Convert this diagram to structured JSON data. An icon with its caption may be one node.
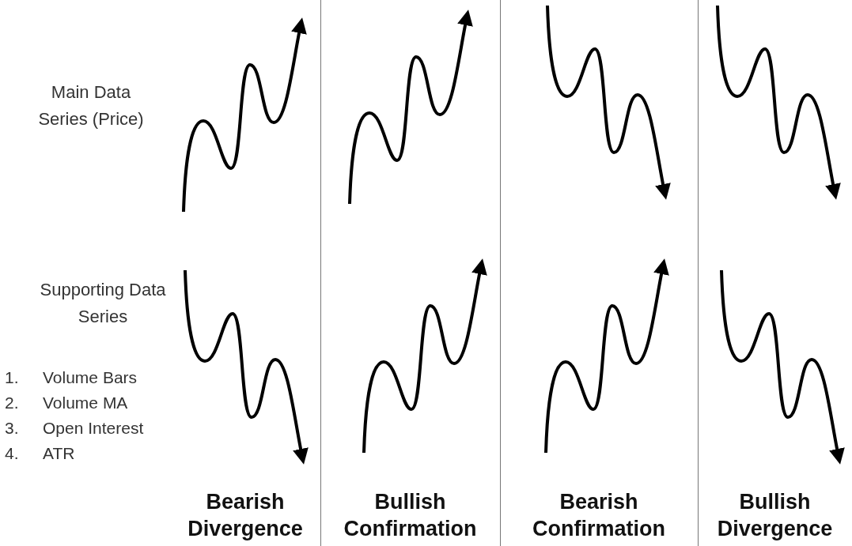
{
  "diagram": {
    "labels": [
      "Main Data Series (Price)",
      "Supporting Data Series",
      "1.",
      "Volume Bars",
      "2.",
      "Volume MA",
      "3.",
      "Open Interest",
      "4.",
      "ATR",
      "Bearish Divergence",
      "Bullish Confirmation",
      "Bearish Confirmation",
      "Bullish Divergence"
    ]
  }
}
